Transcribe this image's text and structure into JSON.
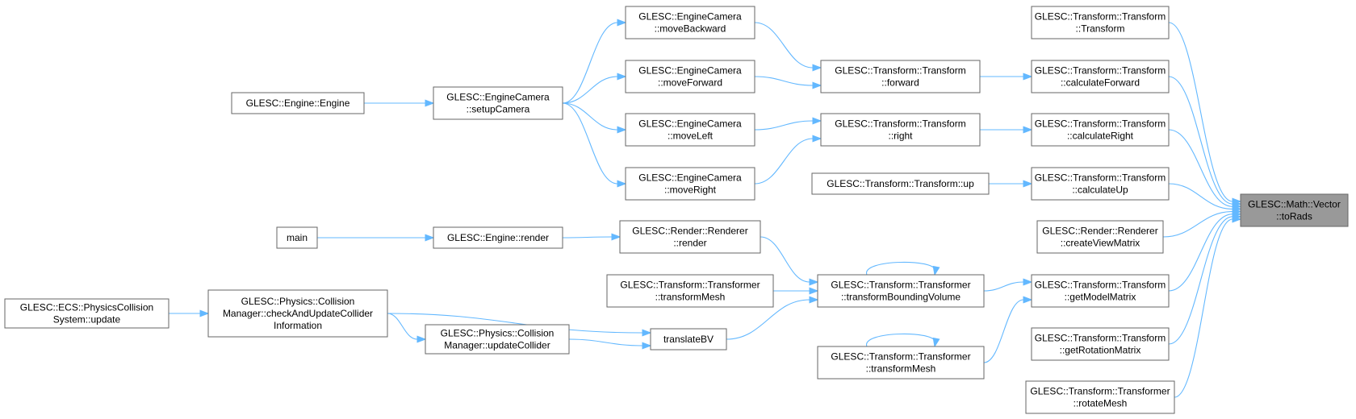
{
  "graph": {
    "arrow_color": "#63b8ff",
    "node_fill": "#ffffff",
    "root_fill": "#999999",
    "border_color": "#666666",
    "nodes": [
      {
        "id": "toRads",
        "lines": [
          "GLESC::Math::Vector",
          "::toRads"
        ],
        "root": true
      },
      {
        "id": "tt_ctor",
        "lines": [
          "GLESC::Transform::Transform",
          "::Transform"
        ]
      },
      {
        "id": "tt_calcFwd",
        "lines": [
          "GLESC::Transform::Transform",
          "::calculateForward"
        ]
      },
      {
        "id": "tt_calcRight",
        "lines": [
          "GLESC::Transform::Transform",
          "::calculateRight"
        ]
      },
      {
        "id": "tt_calcUp",
        "lines": [
          "GLESC::Transform::Transform",
          "::calculateUp"
        ]
      },
      {
        "id": "rr_view",
        "lines": [
          "GLESC::Render::Renderer",
          "::createViewMatrix"
        ]
      },
      {
        "id": "tt_model",
        "lines": [
          "GLESC::Transform::Transform",
          "::getModelMatrix"
        ]
      },
      {
        "id": "tt_rot",
        "lines": [
          "GLESC::Transform::Transform",
          "::getRotationMatrix"
        ]
      },
      {
        "id": "tf_rotMesh",
        "lines": [
          "GLESC::Transform::Transformer",
          "::rotateMesh"
        ]
      },
      {
        "id": "tt_fwd",
        "lines": [
          "GLESC::Transform::Transform",
          "::forward"
        ]
      },
      {
        "id": "tt_right",
        "lines": [
          "GLESC::Transform::Transform",
          "::right"
        ]
      },
      {
        "id": "tt_up",
        "lines": [
          "GLESC::Transform::Transform::up"
        ]
      },
      {
        "id": "tf_bv",
        "lines": [
          "GLESC::Transform::Transformer",
          "::transformBoundingVolume"
        ]
      },
      {
        "id": "tf_mesh2",
        "lines": [
          "GLESC::Transform::Transformer",
          "::transformMesh"
        ]
      },
      {
        "id": "ec_back",
        "lines": [
          "GLESC::EngineCamera",
          "::moveBackward"
        ]
      },
      {
        "id": "ec_fwd",
        "lines": [
          "GLESC::EngineCamera",
          "::moveForward"
        ]
      },
      {
        "id": "ec_left",
        "lines": [
          "GLESC::EngineCamera",
          "::moveLeft"
        ]
      },
      {
        "id": "ec_right",
        "lines": [
          "GLESC::EngineCamera",
          "::moveRight"
        ]
      },
      {
        "id": "rr_render",
        "lines": [
          "GLESC::Render::Renderer",
          "::render"
        ]
      },
      {
        "id": "tf_mesh1",
        "lines": [
          "GLESC::Transform::Transformer",
          "::transformMesh"
        ]
      },
      {
        "id": "translateBV",
        "lines": [
          "translateBV"
        ]
      },
      {
        "id": "ec_setup",
        "lines": [
          "GLESC::EngineCamera",
          "::setupCamera"
        ]
      },
      {
        "id": "eng_render",
        "lines": [
          "GLESC::Engine::render"
        ]
      },
      {
        "id": "pcm_update",
        "lines": [
          "GLESC::Physics::Collision",
          "Manager::updateCollider"
        ]
      },
      {
        "id": "eng_ctor",
        "lines": [
          "GLESC::Engine::Engine"
        ]
      },
      {
        "id": "main",
        "lines": [
          "main"
        ]
      },
      {
        "id": "pcm_check",
        "lines": [
          "GLESC::Physics::Collision",
          "Manager::checkAndUpdateCollider",
          "Information"
        ]
      },
      {
        "id": "ecs_update",
        "lines": [
          "GLESC::ECS::PhysicsCollision",
          "System::update"
        ]
      }
    ],
    "edges": [
      {
        "from": "tt_ctor",
        "to": "toRads"
      },
      {
        "from": "tt_calcFwd",
        "to": "toRads"
      },
      {
        "from": "tt_calcRight",
        "to": "toRads"
      },
      {
        "from": "tt_calcUp",
        "to": "toRads"
      },
      {
        "from": "rr_view",
        "to": "toRads"
      },
      {
        "from": "tt_model",
        "to": "toRads"
      },
      {
        "from": "tt_rot",
        "to": "toRads"
      },
      {
        "from": "tf_rotMesh",
        "to": "toRads"
      },
      {
        "from": "tt_fwd",
        "to": "tt_calcFwd"
      },
      {
        "from": "tt_right",
        "to": "tt_calcRight"
      },
      {
        "from": "tt_up",
        "to": "tt_calcUp"
      },
      {
        "from": "tf_bv",
        "to": "tt_model"
      },
      {
        "from": "tf_mesh2",
        "to": "tt_model"
      },
      {
        "from": "tf_bv",
        "to": "tf_bv",
        "loop": true
      },
      {
        "from": "tf_mesh2",
        "to": "tf_mesh2",
        "loop": true
      },
      {
        "from": "ec_back",
        "to": "tt_fwd"
      },
      {
        "from": "ec_fwd",
        "to": "tt_fwd"
      },
      {
        "from": "ec_left",
        "to": "tt_right"
      },
      {
        "from": "ec_right",
        "to": "tt_right"
      },
      {
        "from": "rr_render",
        "to": "tf_bv"
      },
      {
        "from": "tf_mesh1",
        "to": "tf_bv"
      },
      {
        "from": "translateBV",
        "to": "tf_bv"
      },
      {
        "from": "ec_setup",
        "to": "ec_back"
      },
      {
        "from": "ec_setup",
        "to": "ec_fwd"
      },
      {
        "from": "ec_setup",
        "to": "ec_left"
      },
      {
        "from": "ec_setup",
        "to": "ec_right"
      },
      {
        "from": "eng_render",
        "to": "rr_render"
      },
      {
        "from": "pcm_check",
        "to": "translateBV"
      },
      {
        "from": "pcm_update",
        "to": "translateBV"
      },
      {
        "from": "eng_ctor",
        "to": "ec_setup"
      },
      {
        "from": "main",
        "to": "eng_render"
      },
      {
        "from": "pcm_check",
        "to": "pcm_update"
      },
      {
        "from": "ecs_update",
        "to": "pcm_check"
      }
    ]
  }
}
